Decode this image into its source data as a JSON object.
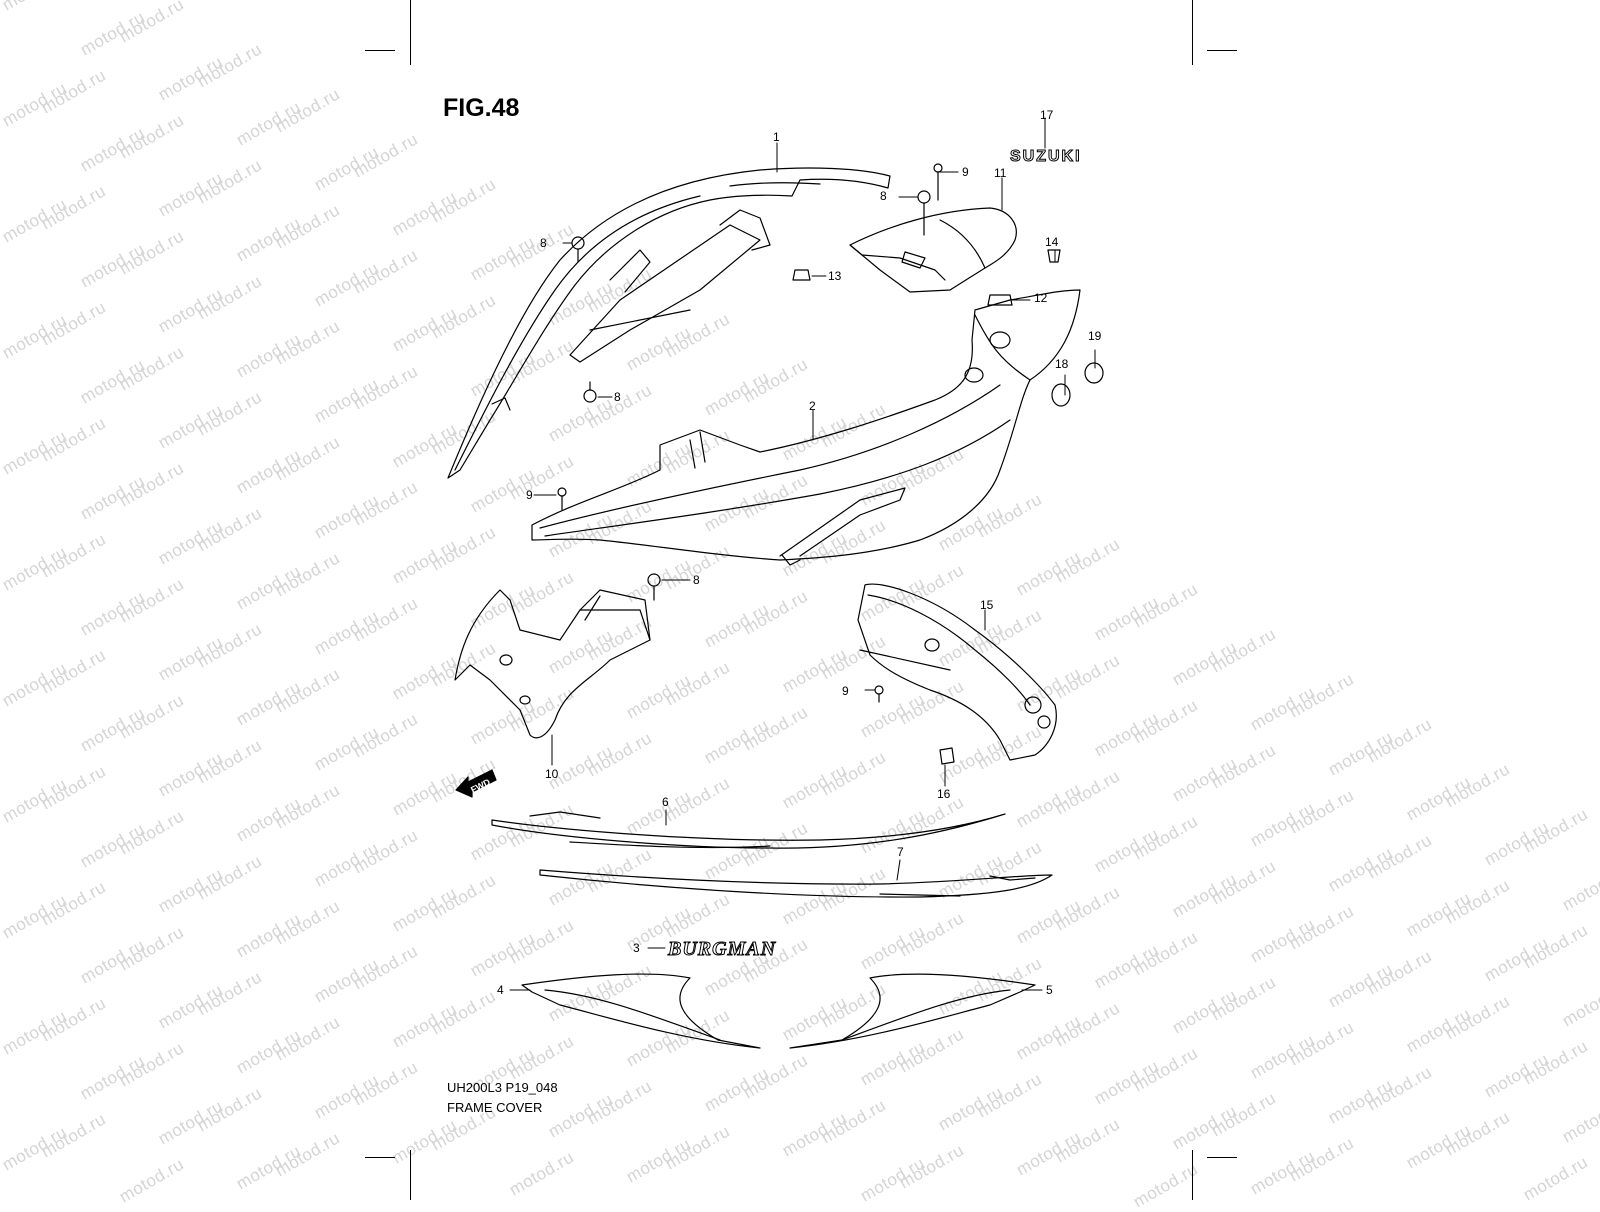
{
  "figure": {
    "title": "FIG.48",
    "code": "UH200L3 P19_048",
    "name": "FRAME COVER"
  },
  "watermark": "motod.ru",
  "emblems": {
    "suzuki": "SUZUKI",
    "burgman": "BURGMAN",
    "fwd": "FWD"
  },
  "callouts": [
    {
      "id": "1",
      "label": "1"
    },
    {
      "id": "2",
      "label": "2"
    },
    {
      "id": "3",
      "label": "3"
    },
    {
      "id": "4",
      "label": "4"
    },
    {
      "id": "5",
      "label": "5"
    },
    {
      "id": "6",
      "label": "6"
    },
    {
      "id": "7",
      "label": "7"
    },
    {
      "id": "8a",
      "label": "8"
    },
    {
      "id": "8b",
      "label": "8"
    },
    {
      "id": "8c",
      "label": "8"
    },
    {
      "id": "8d",
      "label": "8"
    },
    {
      "id": "9a",
      "label": "9"
    },
    {
      "id": "9b",
      "label": "9"
    },
    {
      "id": "9c",
      "label": "9"
    },
    {
      "id": "10",
      "label": "10"
    },
    {
      "id": "11",
      "label": "11"
    },
    {
      "id": "12",
      "label": "12"
    },
    {
      "id": "13",
      "label": "13"
    },
    {
      "id": "14",
      "label": "14"
    },
    {
      "id": "15",
      "label": "15"
    },
    {
      "id": "16",
      "label": "16"
    },
    {
      "id": "17",
      "label": "17"
    },
    {
      "id": "18",
      "label": "18"
    },
    {
      "id": "19",
      "label": "19"
    }
  ]
}
